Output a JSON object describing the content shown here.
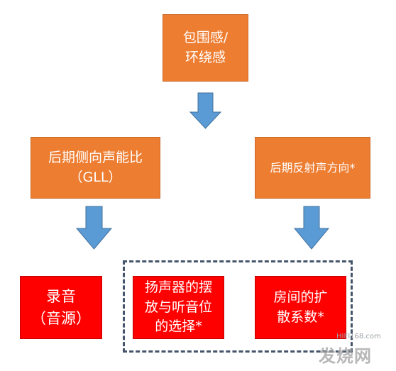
{
  "nodes": {
    "top": "包围感/\n环绕感",
    "gll": "后期侧向声能比\n（GLL）",
    "late_direction": "后期反射声方向*",
    "record": "录音\n（音源）",
    "speaker": "扬声器的摆\n放与听音位\n的选择*",
    "room": "房间的扩\n散系数*"
  },
  "colors": {
    "orange": "#ed7d31",
    "red": "#ff0000",
    "arrow": "#5b9bd5",
    "dashed_border": "#44546a"
  },
  "watermark": {
    "site": "HIFI168.com",
    "brand": "发烧网"
  }
}
